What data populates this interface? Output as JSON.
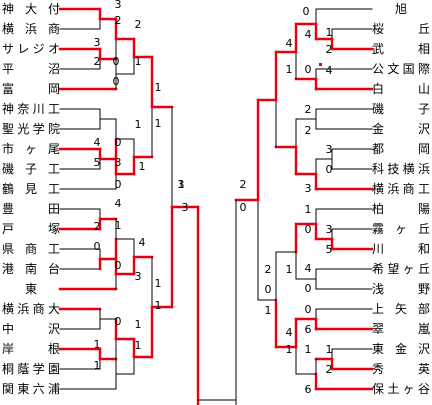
{
  "colors": {
    "win": "#e60012",
    "line": "#000000",
    "marker": "#e60012"
  },
  "left_teams": [
    "神 大 付",
    "横 浜 商",
    "サレジオ",
    "平　　沼",
    "富　　岡",
    "神奈川工",
    "聖光学院",
    "市 ヶ 尾",
    "磯 子 工",
    "鶴 見 工",
    "豊　　田",
    "戸　　塚",
    "県 商 工",
    "港 南 台",
    "東",
    "横浜商大",
    "中　　沢",
    "岸　　根",
    "桐蔭学園",
    "関東六浦"
  ],
  "right_teams": [
    "旭",
    "桜　　丘",
    "武　　相",
    "公文国際",
    "白　　山",
    "磯　　子",
    "金　　沢",
    "都　　岡",
    "科技横浜",
    "横浜商工",
    "柏　　陽",
    "霧 ヶ 丘",
    "川　　和",
    "希望ヶ丘",
    "浅　　野",
    "上 矢 部",
    "翠　　嵐",
    "東 金 沢",
    "秀　　英",
    "保土ヶ谷"
  ],
  "scores": {
    "left": [
      "3",
      "2",
      "2",
      "3",
      "2",
      "0",
      "1",
      "0",
      "1",
      "1",
      "1",
      "4",
      "0",
      "5",
      "3",
      "1",
      "0",
      "4",
      "1",
      "2",
      "0",
      "4",
      "0",
      "1",
      "3",
      "1",
      "1",
      "0",
      "1",
      "1",
      "1",
      "3"
    ],
    "right": [
      "0",
      "4",
      "1",
      "1",
      "2",
      "4",
      "0",
      "0",
      "1",
      "4",
      "2",
      "2",
      "3",
      "0",
      "1",
      "3",
      "2",
      "1",
      "0",
      "3",
      "5",
      "2",
      "1",
      "1",
      "4",
      "0",
      "6",
      "4",
      "1",
      "1",
      "2",
      "6",
      "0"
    ]
  }
}
